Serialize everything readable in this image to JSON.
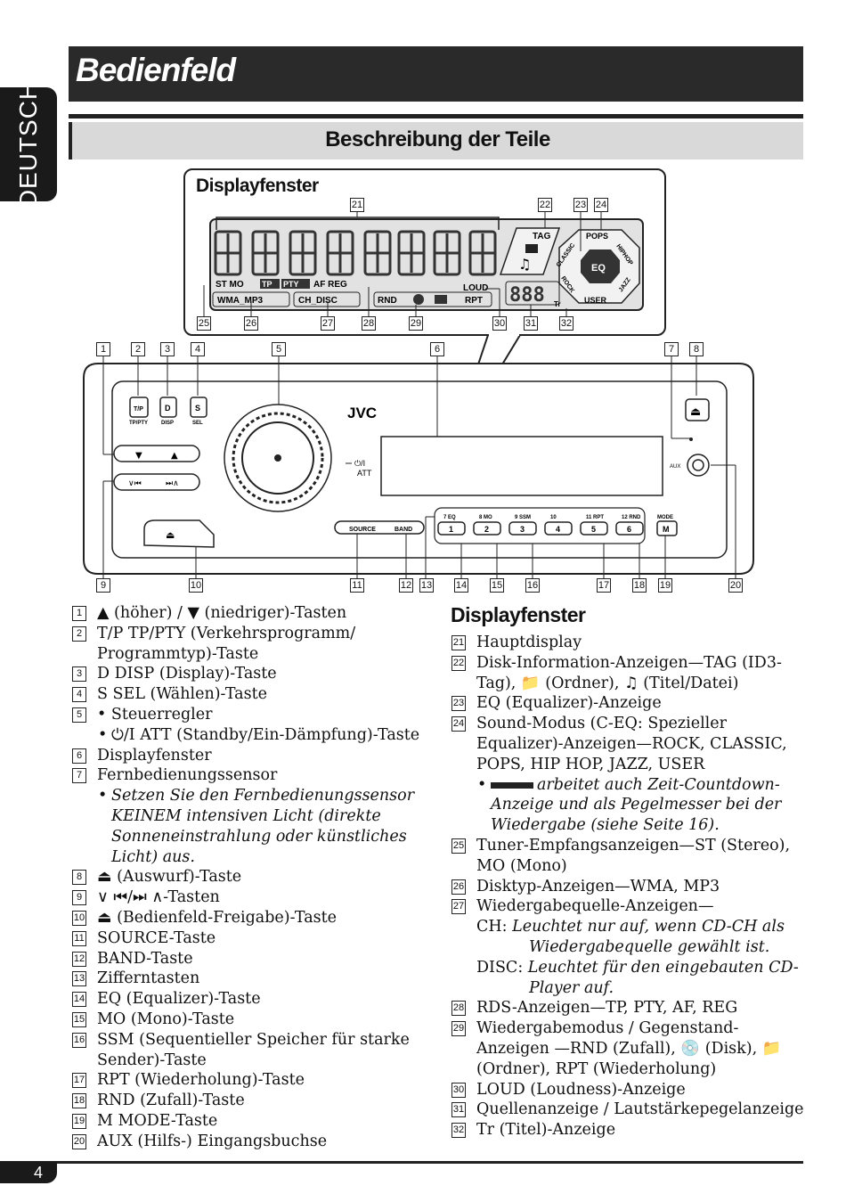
{
  "side_tab": "DEUTSCH",
  "page_title": "Bedienfeld",
  "section_title": "Beschreibung der Teile",
  "display_box_title": "Displayfenster",
  "lcd": {
    "labels": [
      "ST",
      "MO",
      "TP",
      "PTY",
      "AF",
      "REG",
      "WMA",
      "MP3",
      "CH",
      "DISC",
      "RND",
      "RPT",
      "LOUD",
      "TAG",
      "POPS",
      "HIPHOP",
      "CLASSIC",
      "ROCK",
      "JAZZ",
      "USER",
      "EQ",
      "Tr"
    ]
  },
  "panel": {
    "brand": "JVC",
    "tp_button": "T/P",
    "tp_sub": "TP/PTY",
    "d_button": "D",
    "d_sub": "DISP",
    "s_button": "S",
    "s_sub": "SEL",
    "power_label": "⏻/I",
    "att_label": "ATT",
    "aux_label": "AUX",
    "source_label": "SOURCE",
    "band_label": "BAND",
    "mode_label": "MODE",
    "m_button": "M",
    "number_buttons": [
      {
        "top": "7 EQ",
        "num": "1"
      },
      {
        "top": "8 MO",
        "num": "2"
      },
      {
        "top": "9 SSM",
        "num": "3"
      },
      {
        "top": "10",
        "num": "4"
      },
      {
        "top": "11 RPT",
        "num": "5"
      },
      {
        "top": "12 RND",
        "num": "6"
      }
    ]
  },
  "callouts": [
    "1",
    "2",
    "3",
    "4",
    "5",
    "6",
    "7",
    "8",
    "9",
    "10",
    "11",
    "12",
    "13",
    "14",
    "15",
    "16",
    "17",
    "18",
    "19",
    "20",
    "21",
    "22",
    "23",
    "24",
    "25",
    "26",
    "27",
    "28",
    "29",
    "30",
    "31",
    "32"
  ],
  "left_list": [
    {
      "num": "1",
      "text": "▲ (höher) / ▼ (niedriger)-Tasten"
    },
    {
      "num": "2",
      "text": "T/P TP/PTY (Verkehrsprogramm/ Programmtyp)-Taste"
    },
    {
      "num": "3",
      "text": "D DISP (Display)-Taste"
    },
    {
      "num": "4",
      "text": "S SEL (Wählen)-Taste"
    },
    {
      "num": "5",
      "text": "• Steuerregler"
    },
    {
      "num": "5b",
      "text": "⏻/I ATT (Standby/Ein-Dämpfung)-Taste"
    },
    {
      "num": "6",
      "text": "Displayfenster"
    },
    {
      "num": "7",
      "text": "Fernbedienungssensor"
    },
    {
      "num": "7b",
      "text": "Setzen Sie den Fernbedienungssensor KEINEM intensiven Licht (direkte Sonneneinstrahlung oder künstliches Licht) aus."
    },
    {
      "num": "8",
      "text": "⏏ (Auswurf)-Taste"
    },
    {
      "num": "9",
      "text": "∨ ⏮/⏭ ∧-Tasten"
    },
    {
      "num": "10",
      "text": "⏏ (Bedienfeld-Freigabe)-Taste"
    },
    {
      "num": "11",
      "text": "SOURCE-Taste"
    },
    {
      "num": "12",
      "text": "BAND-Taste"
    },
    {
      "num": "13",
      "text": "Zifferntasten"
    },
    {
      "num": "14",
      "text": "EQ (Equalizer)-Taste"
    },
    {
      "num": "15",
      "text": "MO (Mono)-Taste"
    },
    {
      "num": "16",
      "text": "SSM (Sequentieller Speicher für starke Sender)-Taste"
    },
    {
      "num": "17",
      "text": "RPT (Wiederholung)-Taste"
    },
    {
      "num": "18",
      "text": "RND (Zufall)-Taste"
    },
    {
      "num": "19",
      "text": "M MODE-Taste"
    },
    {
      "num": "20",
      "text": "AUX (Hilfs-) Eingangsbuchse"
    }
  ],
  "right_heading": "Displayfenster",
  "right_list": {
    "i21": "Hauptdisplay",
    "i22": "Disk-Information-Anzeigen—TAG (ID3-Tag), 📁 (Ordner), ♫ (Titel/Datei)",
    "i23": "EQ (Equalizer)-Anzeige",
    "i24": "Sound-Modus (C-EQ: Spezieller Equalizer)-Anzeigen—ROCK, CLASSIC, POPS, HIP HOP, JAZZ, USER",
    "i24b": "arbeitet auch Zeit-Countdown-Anzeige und als Pegelmesser bei der Wiedergabe (siehe Seite 16).",
    "i25": "Tuner-Empfangsanzeigen—ST (Stereo), MO (Mono)",
    "i26": "Disktyp-Anzeigen—WMA, MP3",
    "i27": "Wiedergabequelle-Anzeigen—",
    "i27_ch_label": "CH:",
    "i27_ch_text": "Leuchtet nur auf, wenn CD-CH als Wiedergabequelle gewählt ist.",
    "i27_disc_label": "DISC:",
    "i27_disc_text": "Leuchtet für den eingebauten CD-Player auf.",
    "i28": "RDS-Anzeigen—TP, PTY, AF, REG",
    "i29": "Wiedergabemodus / Gegenstand-Anzeigen —RND (Zufall), 💿 (Disk), 📁 (Ordner), RPT (Wiederholung)",
    "i30": "LOUD (Loudness)-Anzeige",
    "i31": "Quellenanzeige / Lautstärkepegelanzeige",
    "i32": "Tr (Titel)-Anzeige"
  },
  "page_number": "4"
}
